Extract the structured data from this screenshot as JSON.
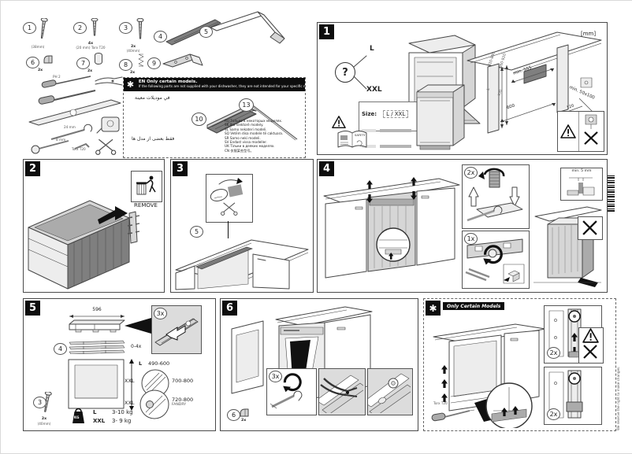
{
  "parts": [
    {
      "num": "1",
      "qty": "",
      "note": "(38mm)"
    },
    {
      "num": "2",
      "qty": "4x",
      "note": "(20 mm) Torx T20"
    },
    {
      "num": "3",
      "qty": "2x",
      "note": "(40mm)"
    },
    {
      "num": "4",
      "qty": "",
      "note": ""
    },
    {
      "num": "5",
      "qty": "",
      "note": ""
    },
    {
      "num": "6",
      "qty": "2x",
      "note": ""
    },
    {
      "num": "7",
      "qty": "2x",
      "note": ""
    },
    {
      "num": "8",
      "qty": "2x",
      "note": ""
    },
    {
      "num": "9",
      "qty": "",
      "note": ""
    }
  ],
  "tools": {
    "ph2": "PH 2",
    "w24": "24 mm",
    "w8": "8 mm",
    "torx": "Torx T20"
  },
  "note_box": {
    "star": "✱",
    "title": "EN Only certain models.",
    "subtitle": "If the following parts are not supplied with your dishwasher, they are not intended for your specific model.",
    "ar_top": "في موديلات معينة",
    "ar_bottom": "فقط بعضی از مدل ها",
    "p10": "10",
    "p13": "13",
    "tr": [
      "RU  Только в некоторых моделях.",
      "SK  Iba niektoré modely.",
      "SL  Samo nekateri modeli.",
      "SQ  Vetëm disa modele të caktuara.",
      "SR  Samo neki modeli.",
      "SV  Endast vissa modeller.",
      "UK  Тільки в деяких моделях.",
      "CN  仅限某些型号。"
    ]
  },
  "steps": {
    "s1": {
      "badge": "1",
      "q": "?",
      "l": "L",
      "xxl": "XXL",
      "size_label": "Size:",
      "size_value": "L / XXL",
      "safety": "SAFETY",
      "units": "[mm]",
      "dim_l": "820-880",
      "dim_xxl": "860-920",
      "lab_l": "L",
      "lab_xxl": "XXL",
      "min555": "min. 555",
      "w600": "600",
      "d120": "120",
      "min50": "min. 50x100"
    },
    "s2": {
      "badge": "2",
      "remove": "REMOVE"
    },
    "s3": {
      "badge": "3",
      "part_ref": "5"
    },
    "s4": {
      "badge": "4",
      "qty2": "2x",
      "qty1": "1x",
      "min5": "min. 5 mm"
    },
    "s5": {
      "badge": "5",
      "w596": "596",
      "qty3": "3x",
      "part4": "4",
      "qty04": "0-4x",
      "lab_l": "L",
      "l_range": "490-600",
      "lab_xxl1": "XXL",
      "xxl1_range": "700-800",
      "lab_xxl2": "XXL",
      "xxl2_range": "720-800",
      "xxl2_name": "FANDRY",
      "part3": "3",
      "part3_qty": "2x",
      "part3_note": "(40mm)",
      "kg": "KG",
      "wl": "L",
      "wl_v": "3-10 kg",
      "wx": "XXL",
      "wx_v": "3- 9  kg"
    },
    "s6": {
      "badge": "6",
      "qty3": "3x",
      "part6": "6",
      "part6_qty": "2x"
    }
  },
  "star_panel": {
    "star": "✱",
    "tag": "Only Certain Models",
    "torx": "Torx T20",
    "qty_a": "2x",
    "qty_b": "2x"
  },
  "footer": {
    "side_note": "We reserve the right to make changes."
  }
}
